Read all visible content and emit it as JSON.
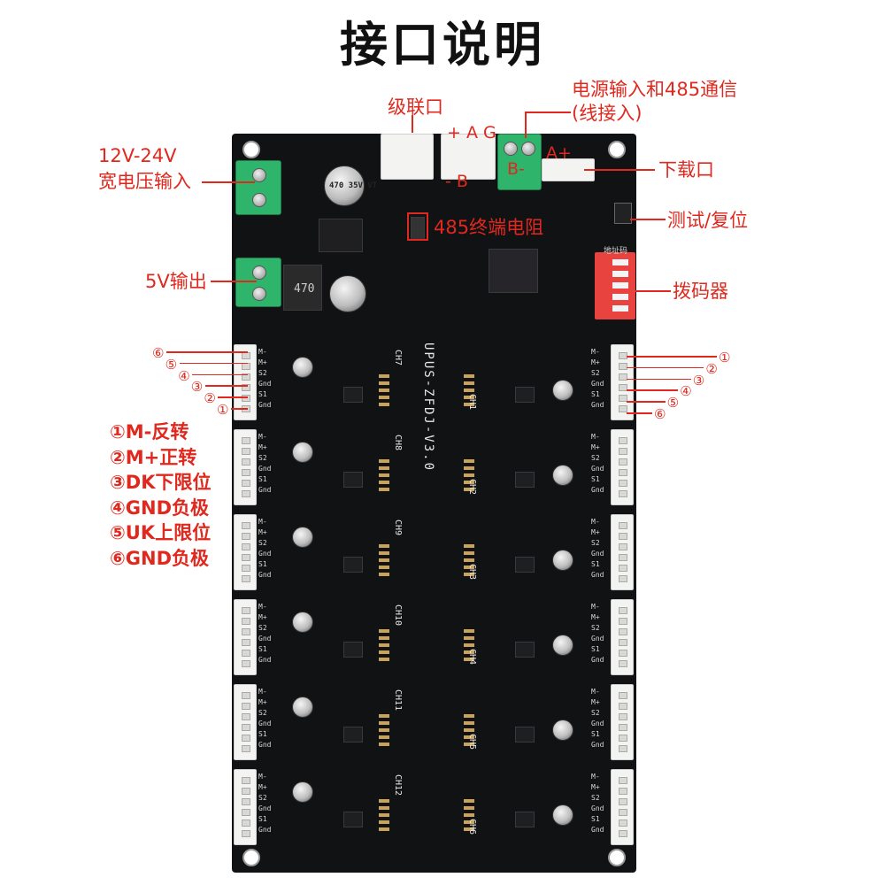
{
  "title": "接口说明",
  "labels": {
    "cascade": "级联口",
    "power_comm_line1": "电源输入和485通信",
    "power_comm_line2": "(线接入)",
    "voltage_line1": "12V-24V",
    "voltage_line2": "宽电压输入",
    "download": "下载口",
    "terminator": "485终端电阻",
    "test_reset": "测试/复位",
    "output_5v": "5V输出",
    "dip_switch": "拨码器"
  },
  "pin_marks": {
    "plus_a_g": "+ A G",
    "minus_b": "-  B",
    "a_plus": "A+",
    "b_minus": "B-"
  },
  "legend": [
    "①M-反转",
    "②M+正转",
    "③DK下限位",
    "④GND负极",
    "⑤UK上限位",
    "⑥GND负极"
  ],
  "left_callouts": [
    "⑥",
    "⑤",
    "④",
    "③",
    "②",
    "①"
  ],
  "right_callouts": [
    "①",
    "②",
    "③",
    "④",
    "⑤",
    "⑥"
  ],
  "board": {
    "model": "UPUS-ZFDJ-V3.0",
    "cap_470_35v": "470 35V VT",
    "inductor": "470",
    "dip_header": "地址码",
    "channels_left": [
      "CH7",
      "CH8",
      "CH9",
      "CH10",
      "CH11",
      "CH12"
    ],
    "channels_right": [
      "CH1",
      "CH2",
      "CH3",
      "CH4",
      "CH5",
      "CH6"
    ],
    "connector_pins": [
      "M-",
      "M+",
      "S2",
      "Gnd",
      "S1",
      "Gnd"
    ]
  },
  "colors": {
    "accent_red": "#e0281e",
    "board_black": "#111214",
    "terminal_green": "#2fb46b"
  }
}
